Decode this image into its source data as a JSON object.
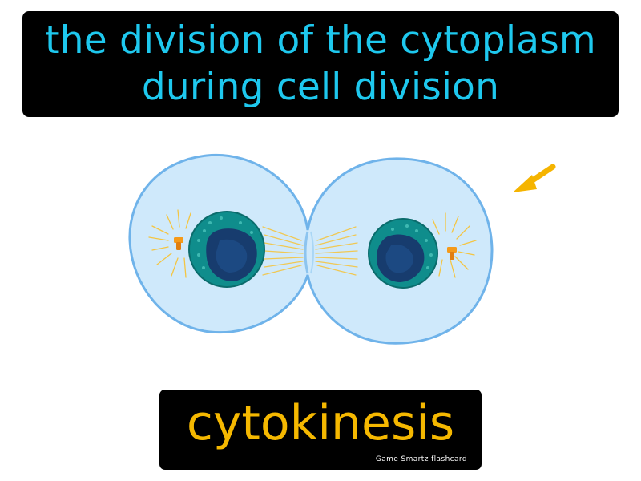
{
  "definition": {
    "line1": "the division of the cytoplasm",
    "line2": "during cell division"
  },
  "illustration": {
    "subject": "dividing-cell",
    "pointer_icon": "arrow-icon",
    "colors": {
      "cytoplasm": "#cfe9fb",
      "membrane": "#6fb3ea",
      "nucleus_envelope": "#0f8d8c",
      "nucleus_core": "#173c6e",
      "spindle": "#f4c542",
      "centrosome": "#f59a1a",
      "arrow": "#f5b400"
    }
  },
  "term": {
    "word": "cytokinesis",
    "brand": "Game Smartz flashcard"
  },
  "colors": {
    "definition_text": "#1ec8ee",
    "term_text": "#f5b800",
    "panel_background": "#000000"
  }
}
